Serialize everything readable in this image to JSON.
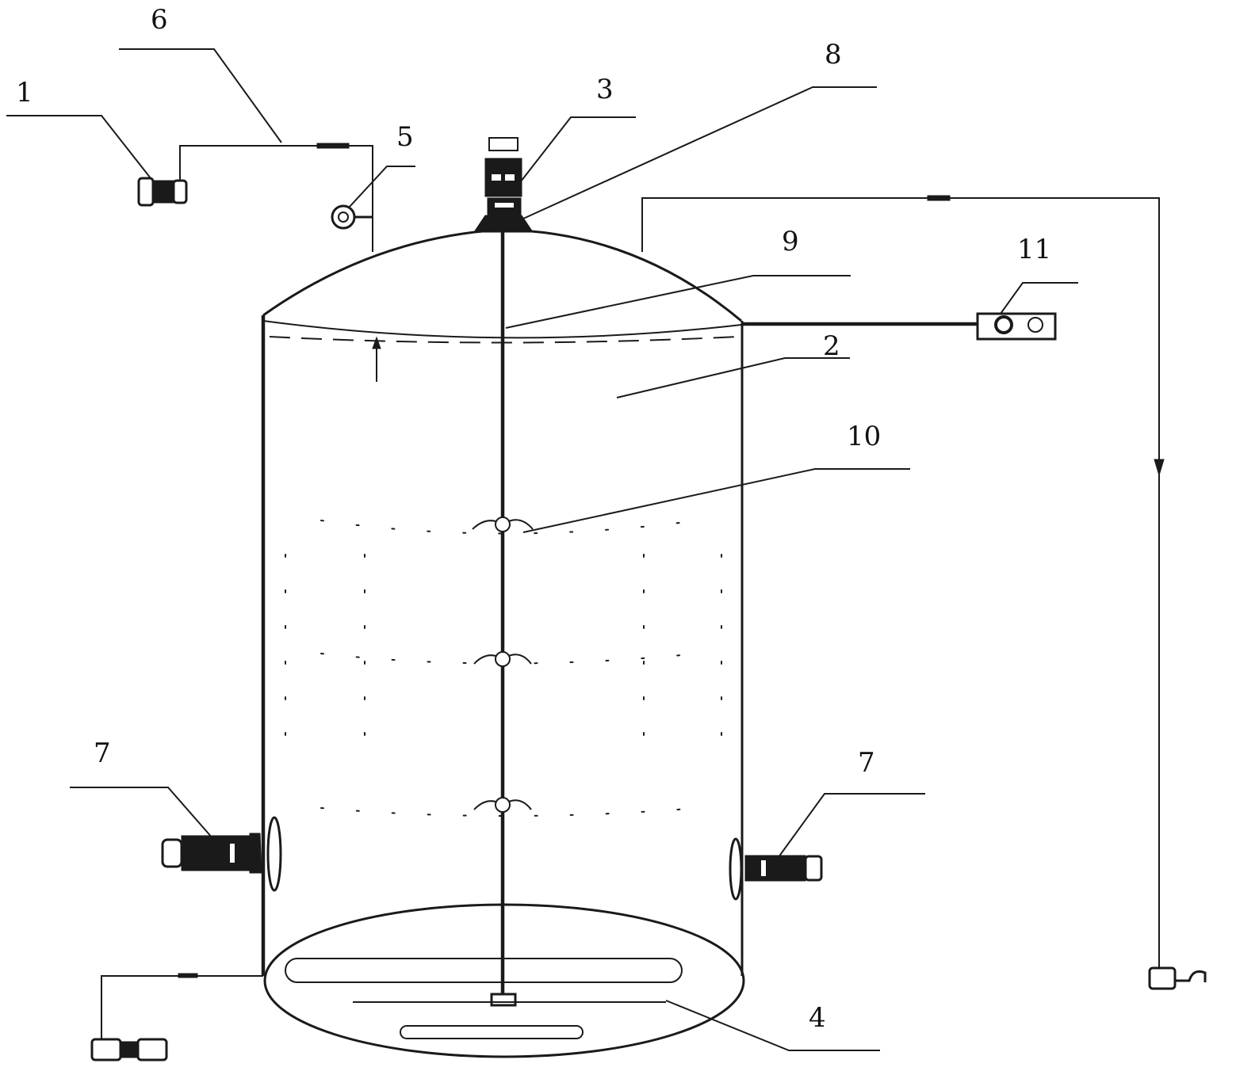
{
  "callouts": [
    {
      "id": "1",
      "label": "1"
    },
    {
      "id": "2",
      "label": "2"
    },
    {
      "id": "3",
      "label": "3"
    },
    {
      "id": "4",
      "label": "4"
    },
    {
      "id": "5",
      "label": "5"
    },
    {
      "id": "6",
      "label": "6"
    },
    {
      "id": "7a",
      "label": "7"
    },
    {
      "id": "7b",
      "label": "7"
    },
    {
      "id": "8",
      "label": "8"
    },
    {
      "id": "9",
      "label": "9"
    },
    {
      "id": "10",
      "label": "10"
    },
    {
      "id": "11",
      "label": "11"
    }
  ],
  "colors": {
    "stroke": "#1a1a1a",
    "background": "#ffffff"
  }
}
